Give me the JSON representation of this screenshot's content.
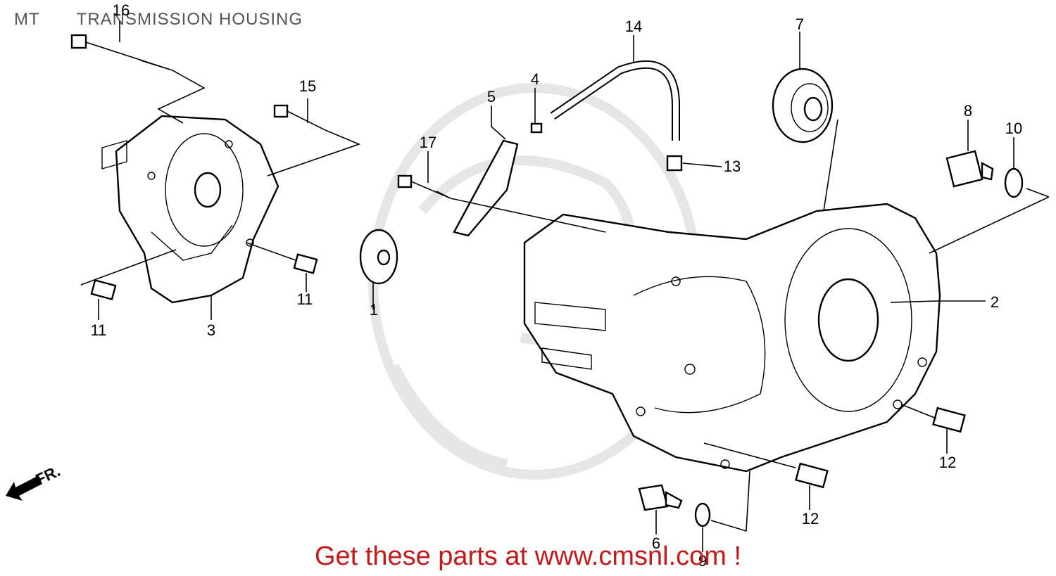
{
  "header": {
    "model": "MT",
    "title": "TRANSMISSION HOUSING"
  },
  "callouts": [
    {
      "id": "1",
      "label": "1"
    },
    {
      "id": "2",
      "label": "2"
    },
    {
      "id": "3",
      "label": "3"
    },
    {
      "id": "4",
      "label": "4"
    },
    {
      "id": "5",
      "label": "5"
    },
    {
      "id": "6",
      "label": "6"
    },
    {
      "id": "7",
      "label": "7"
    },
    {
      "id": "8",
      "label": "8"
    },
    {
      "id": "9",
      "label": "9"
    },
    {
      "id": "10",
      "label": "10"
    },
    {
      "id": "11a",
      "label": "11"
    },
    {
      "id": "11b",
      "label": "11"
    },
    {
      "id": "12a",
      "label": "12"
    },
    {
      "id": "12b",
      "label": "12"
    },
    {
      "id": "13",
      "label": "13"
    },
    {
      "id": "14",
      "label": "14"
    },
    {
      "id": "15",
      "label": "15"
    },
    {
      "id": "16",
      "label": "16"
    },
    {
      "id": "17",
      "label": "17"
    }
  ],
  "direction_marker": {
    "label": "FR.",
    "icon": "front-arrow-icon"
  },
  "footer": {
    "text": "Get these parts at www.cmsnl.com !"
  },
  "colors": {
    "footer": "#c41a1a",
    "header": "#555555",
    "watermark": "#e6e6e6"
  }
}
